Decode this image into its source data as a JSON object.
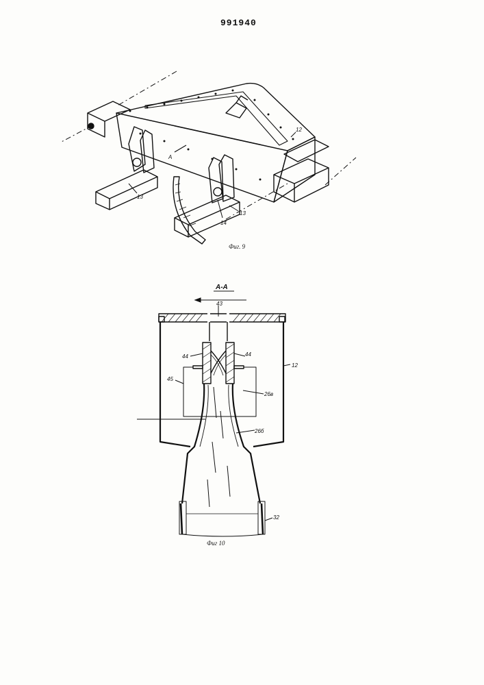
{
  "header": {
    "patent_number": "991940"
  },
  "figure9": {
    "caption": "Фиг. 9",
    "view_marker": "А",
    "labels": {
      "housing": "12",
      "beam_left": "13",
      "beam_right": "13",
      "pivot": "14"
    }
  },
  "figure10": {
    "caption": "Фиг 10",
    "section_title": "А-А",
    "labels": {
      "slot": "43",
      "electrode_left": "44",
      "electrode_right": "44",
      "wire": "45",
      "housing": "12",
      "nozzle_inner": "26б",
      "nozzle_outer": "26в",
      "sleeve": "32"
    }
  }
}
